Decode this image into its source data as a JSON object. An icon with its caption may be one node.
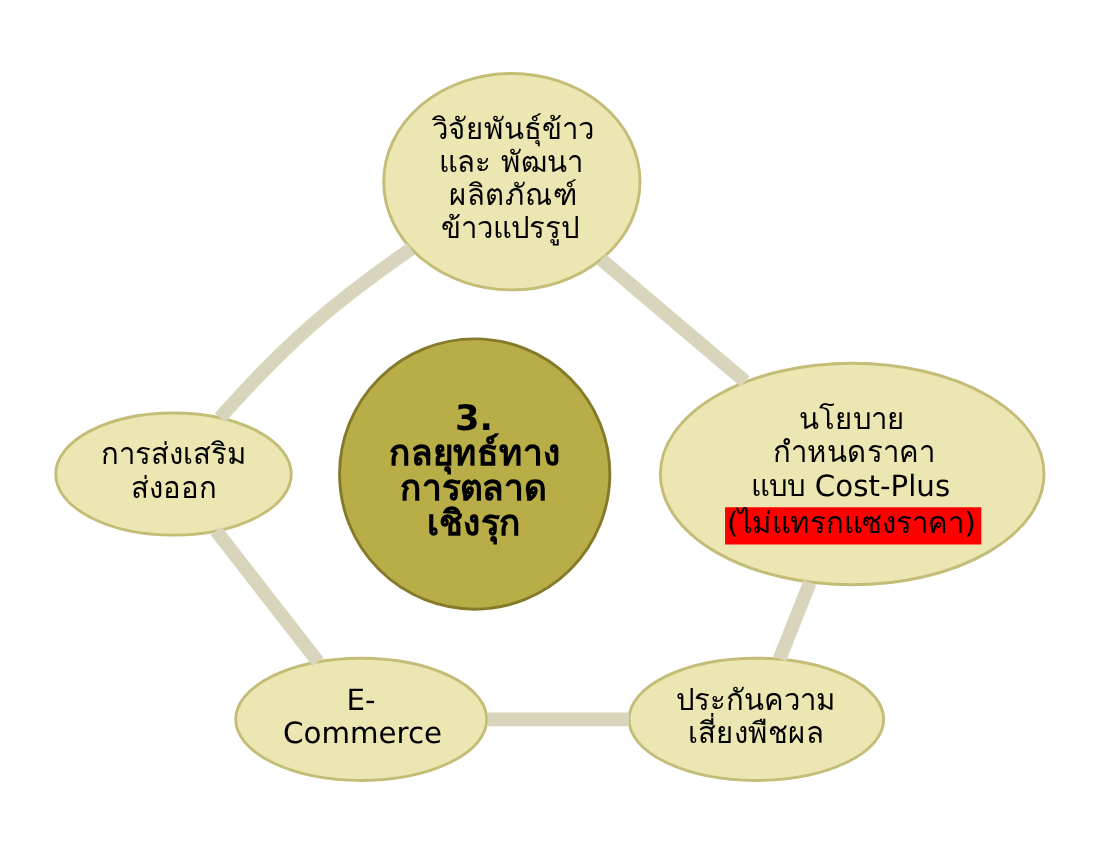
{
  "diagram": {
    "nodes": [
      {
        "text": [
          "วิจัยพันธุ์ข้าว และ พัฒนา ผลิตภัณฑ์ ข้าวแปรรูป"
        ]
      },
      {
        "text": [
          "การส่งเสริม ส่งออก"
        ]
      },
      {
        "text": [
          "นโยบาย กำหนดราคา แบบ Cost-Plus",
          "(ไม่แทรกแซงราคา)"
        ]
      },
      {
        "text": [
          "3. กลยุทธ์ทาง การตลาด เชิงรุก"
        ]
      },
      {
        "text": [
          "E- Commerce"
        ]
      },
      {
        "text": [
          "ประกันความ เสี่ยงพืชผล"
        ]
      }
    ],
    "edges": [
      {
        "from": 0,
        "to": 1,
        "arrow": "none"
      },
      {
        "from": 1,
        "to": 4,
        "arrow": "none"
      },
      {
        "from": 4,
        "to": 5,
        "arrow": "none"
      },
      {
        "from": 5,
        "to": 2,
        "arrow": "none"
      },
      {
        "from": 2,
        "to": 0,
        "arrow": "none"
      }
    ]
  }
}
